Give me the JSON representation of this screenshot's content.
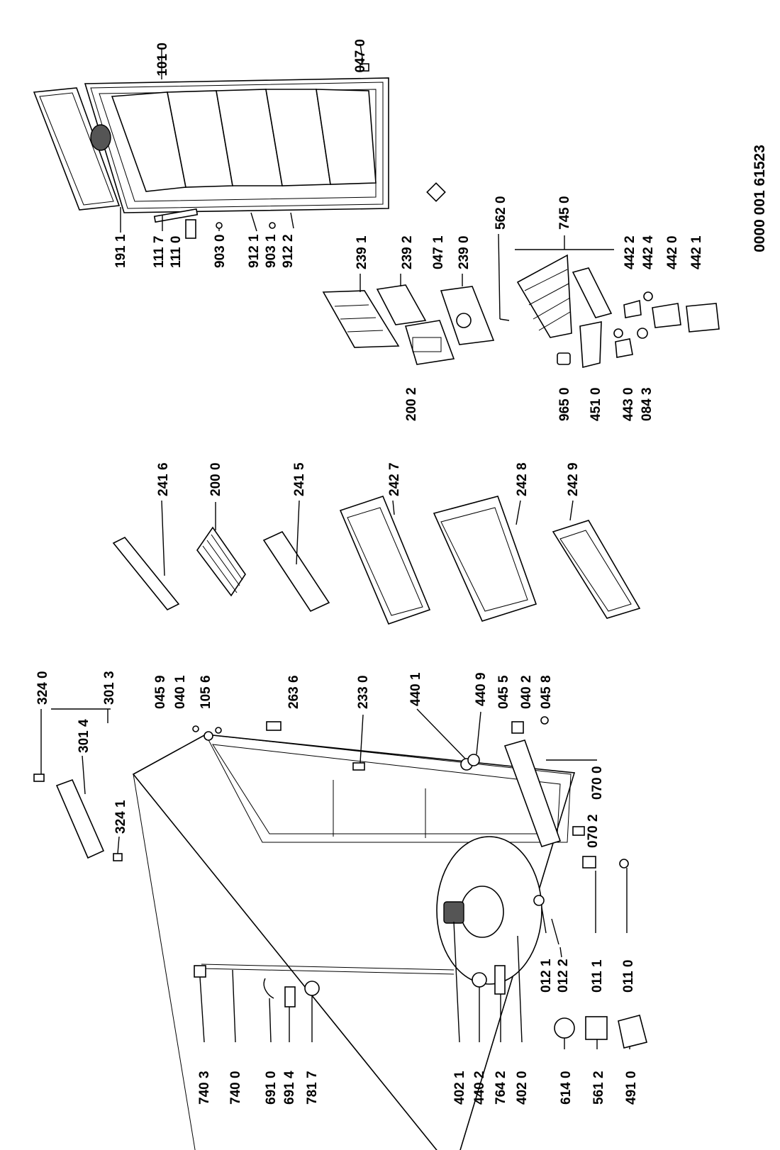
{
  "document_number": "0000 001 61523",
  "labels": {
    "l1010": "101 0",
    "l0470": "047 0",
    "l1911": "191 1",
    "l1117": "111 7",
    "l1110": "111 0",
    "l9030": "903 0",
    "l9121": "912 1",
    "l9031": "903 1",
    "l9122": "912 2",
    "l2391": "239 1",
    "l2392": "239 2",
    "l0471": "047 1",
    "l2390": "239 0",
    "l5620": "562 0",
    "l7450": "745 0",
    "l4422": "442 2",
    "l4424": "442 4",
    "l4420": "442 0",
    "l4421": "442 1",
    "l2002": "200 2",
    "l9650": "965 0",
    "l4510": "451 0",
    "l4430": "443 0",
    "l0843": "084 3",
    "l2416": "241 6",
    "l2000": "200 0",
    "l2415": "241 5",
    "l2427": "242 7",
    "l2428": "242 8",
    "l2429": "242 9",
    "l3240": "324 0",
    "l3013": "301 3",
    "l3014": "301 4",
    "l3241": "324 1",
    "l0459": "045 9",
    "l0401": "040 1",
    "l1056": "105 6",
    "l2636": "263 6",
    "l2330": "233 0",
    "l4401": "440 1",
    "l4409": "440 9",
    "l0455": "045 5",
    "l0402": "040 2",
    "l0458": "045 8",
    "l0700": "070 0",
    "l0702": "070 2",
    "l7403": "740 3",
    "l7400": "740 0",
    "l6910": "691 0",
    "l6914": "691 4",
    "l7817": "781 7",
    "l4021": "402 1",
    "l4402": "440 2",
    "l7642": "764 2",
    "l4020": "402 0",
    "l6140": "614 0",
    "l5612": "561 2",
    "l4910": "491 0",
    "l0121": "012 1",
    "l0122": "012 2",
    "l0111": "011 1",
    "l0110": "011 0"
  }
}
